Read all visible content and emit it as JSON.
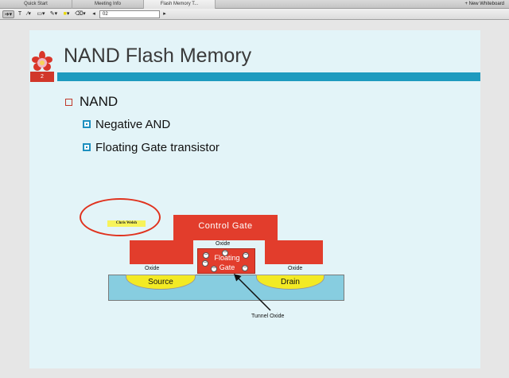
{
  "tabs": [
    "Quick Start",
    "Meeting Info",
    "Flash Memory T..."
  ],
  "new_whiteboard": "New Whiteboard",
  "toolbar": {
    "icons": [
      "pointer-tool",
      "text-tool",
      "shape-tool",
      "pen-tool",
      "color-tool",
      "eraser-tool",
      "prev-page",
      "next-page"
    ],
    "page_value": "02"
  },
  "slide": {
    "number": "2",
    "title": "NAND Flash Memory",
    "bullet": "NAND",
    "sub_bullets": [
      "Negative AND",
      "Floating Gate transistor"
    ]
  },
  "diagram": {
    "control_gate": "Control Gate",
    "floating_gate": [
      "Floating",
      "Gate"
    ],
    "oxide": "Oxide",
    "source": "Source",
    "drain": "Drain",
    "tunnel_oxide": "Tunnel Oxide",
    "electron_sign": "−",
    "annotation": "Chris Welsh"
  },
  "colors": {
    "accent_bar": "#1e9bbf",
    "gate_red": "#e23d2c",
    "slide_bg": "#e3f4f8",
    "substrate": "#87cde0",
    "doping": "#f3ea24"
  }
}
